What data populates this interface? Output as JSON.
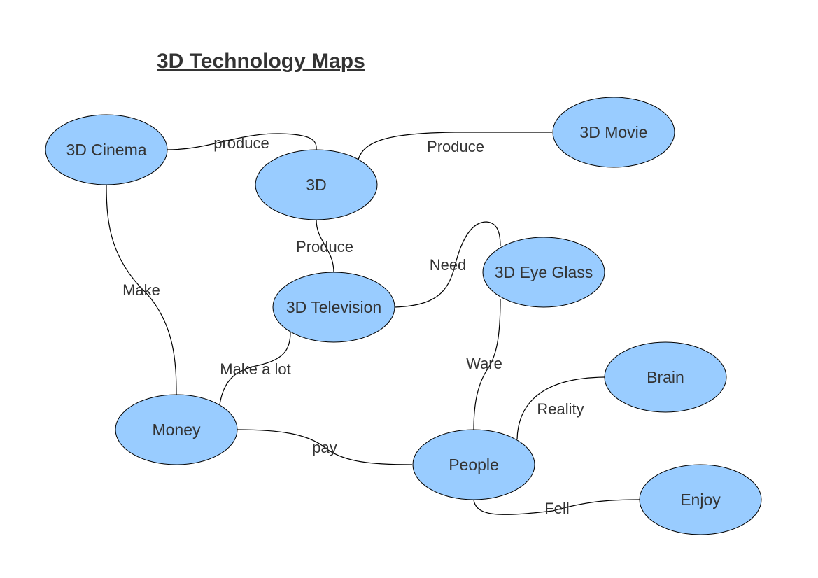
{
  "title": "3D Technology Maps",
  "colors": {
    "node_fill": "#99ccff",
    "node_stroke": "#000000",
    "text": "#333333",
    "edge": "#000000"
  },
  "nodes": [
    {
      "id": "cinema",
      "label": "3D Cinema"
    },
    {
      "id": "3d",
      "label": "3D"
    },
    {
      "id": "movie",
      "label": "3D Movie"
    },
    {
      "id": "tv",
      "label": "3D Television"
    },
    {
      "id": "glass",
      "label": "3D Eye Glass"
    },
    {
      "id": "money",
      "label": "Money"
    },
    {
      "id": "brain",
      "label": "Brain"
    },
    {
      "id": "people",
      "label": "People"
    },
    {
      "id": "enjoy",
      "label": "Enjoy"
    }
  ],
  "edges": [
    {
      "from": "cinema",
      "to": "3d",
      "label": "produce"
    },
    {
      "from": "3d",
      "to": "movie",
      "label": "Produce"
    },
    {
      "from": "3d",
      "to": "tv",
      "label": "Produce"
    },
    {
      "from": "cinema",
      "to": "money",
      "label": "Make"
    },
    {
      "from": "tv",
      "to": "glass",
      "label": "Need"
    },
    {
      "from": "money",
      "to": "tv",
      "label": "Make a lot"
    },
    {
      "from": "glass",
      "to": "people",
      "label": "Ware"
    },
    {
      "from": "people",
      "to": "brain",
      "label": "Reality"
    },
    {
      "from": "money",
      "to": "people",
      "label": "pay"
    },
    {
      "from": "people",
      "to": "enjoy",
      "label": "Fell"
    }
  ]
}
